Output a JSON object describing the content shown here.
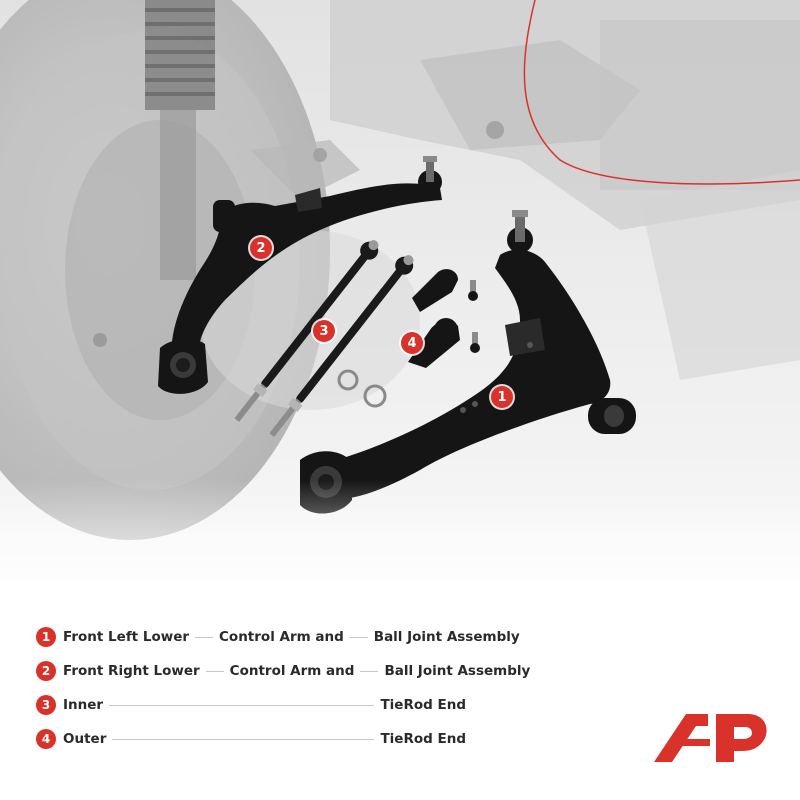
{
  "markers": [
    "1",
    "2",
    "3",
    "4"
  ],
  "legend": [
    {
      "num": "1",
      "parts": [
        "Front Left Lower",
        "Control Arm and",
        "Ball Joint Assembly"
      ]
    },
    {
      "num": "2",
      "parts": [
        "Front Right Lower",
        "Control Arm and",
        "Ball Joint Assembly"
      ]
    },
    {
      "num": "3",
      "parts": [
        "Inner",
        "TieRod End"
      ]
    },
    {
      "num": "4",
      "parts": [
        "Outer",
        "TieRod End"
      ]
    }
  ],
  "colors": {
    "accent": "#d9322a",
    "text": "#2a2a2a",
    "part": "#151515"
  },
  "logo": "brand-logo"
}
